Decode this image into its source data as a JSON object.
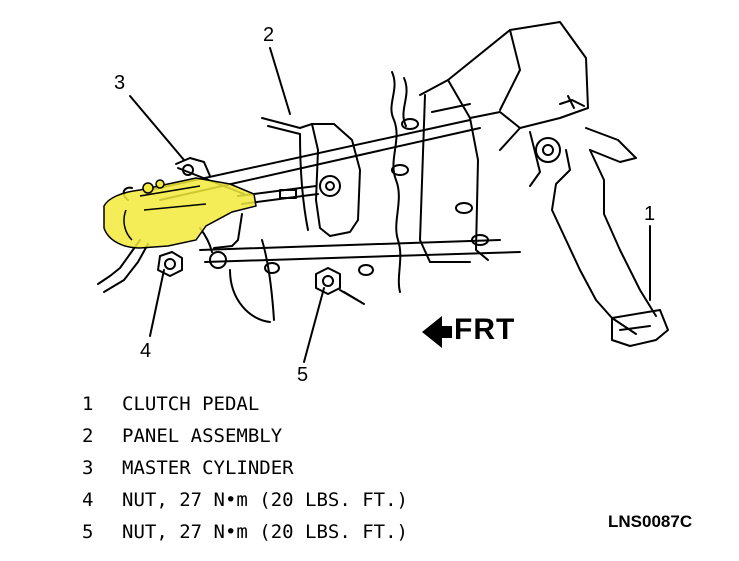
{
  "callouts": {
    "n1": "1",
    "n2": "2",
    "n3": "3",
    "n4": "4",
    "n5": "5"
  },
  "direction_label": "FRT",
  "legend": [
    {
      "num": "1",
      "text": "CLUTCH PEDAL"
    },
    {
      "num": "2",
      "text": "PANEL ASSEMBLY"
    },
    {
      "num": "3",
      "text": "MASTER CYLINDER"
    },
    {
      "num": "4",
      "text": "NUT, 27 N•m (20 LBS. FT.)"
    },
    {
      "num": "5",
      "text": "NUT, 27 N•m (20 LBS. FT.)"
    }
  ],
  "figure_id": "LNS0087C",
  "colors": {
    "highlight": "#f2ea3a",
    "ink": "#000000",
    "background": "#ffffff"
  }
}
